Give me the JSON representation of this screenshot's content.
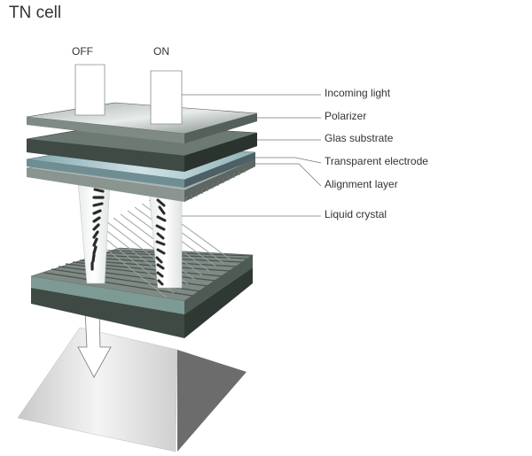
{
  "title": "TN cell",
  "states": {
    "off": "OFF",
    "on": "ON"
  },
  "callouts": [
    "Incoming light",
    "Polarizer",
    "Glas substrate",
    "Transparent electrode",
    "Alignment layer",
    "Liquid crystal"
  ],
  "colors": {
    "glass_dark": "#3f4a44",
    "glass_top": "#8c9893",
    "glass_light": "#c9d2cf",
    "electrode_blue": "#9fc0c7",
    "grating": "#6f7671",
    "molecule": "#2a2a2a",
    "light_beam": "#ffffff",
    "screen_light": "#e4e4e4",
    "screen_dark": "#6c6c6c"
  }
}
